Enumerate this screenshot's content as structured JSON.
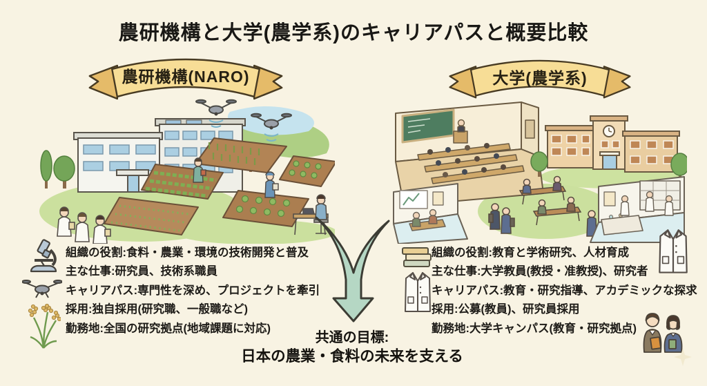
{
  "title": "農研機構と大学(農学系)のキャリアパスと概要比較",
  "naro": {
    "banner_label": "農研機構(NARO)",
    "items": [
      "組織の役割:食料・農業・環境の技術開発と普及",
      "主な仕事:研究員、技術系職員",
      "キャリアパス:専門性を深め、プロジェクトを牽引",
      "採用:独自採用(研究職、一般職など)",
      "勤務地:全国の研究拠点(地域課題に対応)"
    ],
    "list_icons": [
      "microscope-icon",
      "drone-icon",
      "rice-plant-icon"
    ],
    "scene_elements": [
      "research-building",
      "crop-test-fields",
      "field-drones",
      "researchers-in-lab-coats",
      "field-researcher",
      "data-analyst-desk"
    ]
  },
  "university": {
    "banner_label": "大学(農学系)",
    "items": [
      "組織の役割:教育と学術研究、人材育成",
      "主な仕事:大学教員(教授・准教授)、研究者",
      "キャリアパス:教育・研究指導、アカデミックな探求",
      "採用:公募(教員)、研究員採用",
      "勤務地:大学キャンパス(教育・研究拠点)"
    ],
    "list_icons": [
      "books-icon",
      "lab-coat-icon",
      "lab-coat-large-icon",
      "professors-icon"
    ],
    "scene_elements": [
      "lecture-hall",
      "chalkboard",
      "campus-building",
      "campus-lawn-students",
      "seminar-room",
      "laboratory"
    ]
  },
  "goal": {
    "line1": "共通の目標:",
    "line2": "日本の農業・食料の未来を支える"
  },
  "colors": {
    "background": "#f8f3e3",
    "banner_fill": "#f7dd96",
    "banner_tail": "#e5bb69",
    "banner_outline": "#473a22",
    "arrow_fill": "#b5d7c4",
    "arrow_outline": "#3c3c34",
    "text": "#1e1c18",
    "lawn_green": "#cbe09e",
    "field_brown": "#b28455"
  }
}
